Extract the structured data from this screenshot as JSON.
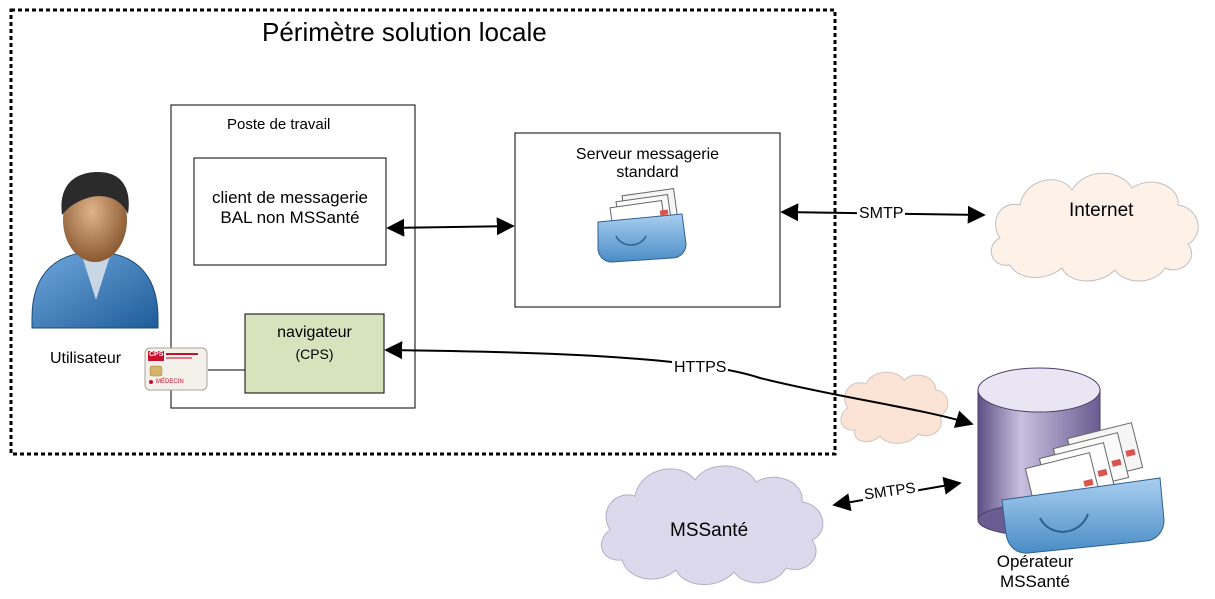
{
  "perimeter": {
    "title": "Périmètre solution locale"
  },
  "workstation": {
    "title": "Poste de travail"
  },
  "mail_client": {
    "line1": "client de messagerie",
    "line2": "BAL non MSSanté"
  },
  "browser": {
    "line1": "navigateur",
    "line2": "(CPS)"
  },
  "user": {
    "label": "Utilisateur"
  },
  "cps_card": {
    "header": "CPS",
    "footer": "MÉDECIN"
  },
  "mail_server": {
    "line1": "Serveur messagerie",
    "line2": "standard"
  },
  "internet": {
    "label": "Internet"
  },
  "mssante_cloud": {
    "label": "MSSanté"
  },
  "operator": {
    "line1": "Opérateur",
    "line2": "MSSanté"
  },
  "protocols": {
    "smtp": "SMTP",
    "https": "HTTPS",
    "smtps": "SMTPS"
  },
  "colors": {
    "browser_fill": "#d6e3bc",
    "internet_cloud": "#fdf1e8",
    "mssante_cloud": "#dcd9ec",
    "small_cloud": "#fbe4d5",
    "database": "#7e6fa0",
    "tray": "#6ea6d4",
    "envelope_tab": "#d9534f"
  },
  "icons": [
    "user-avatar",
    "cps-card-icon",
    "mail-tray-icon",
    "database-icon",
    "cloud-icon"
  ]
}
